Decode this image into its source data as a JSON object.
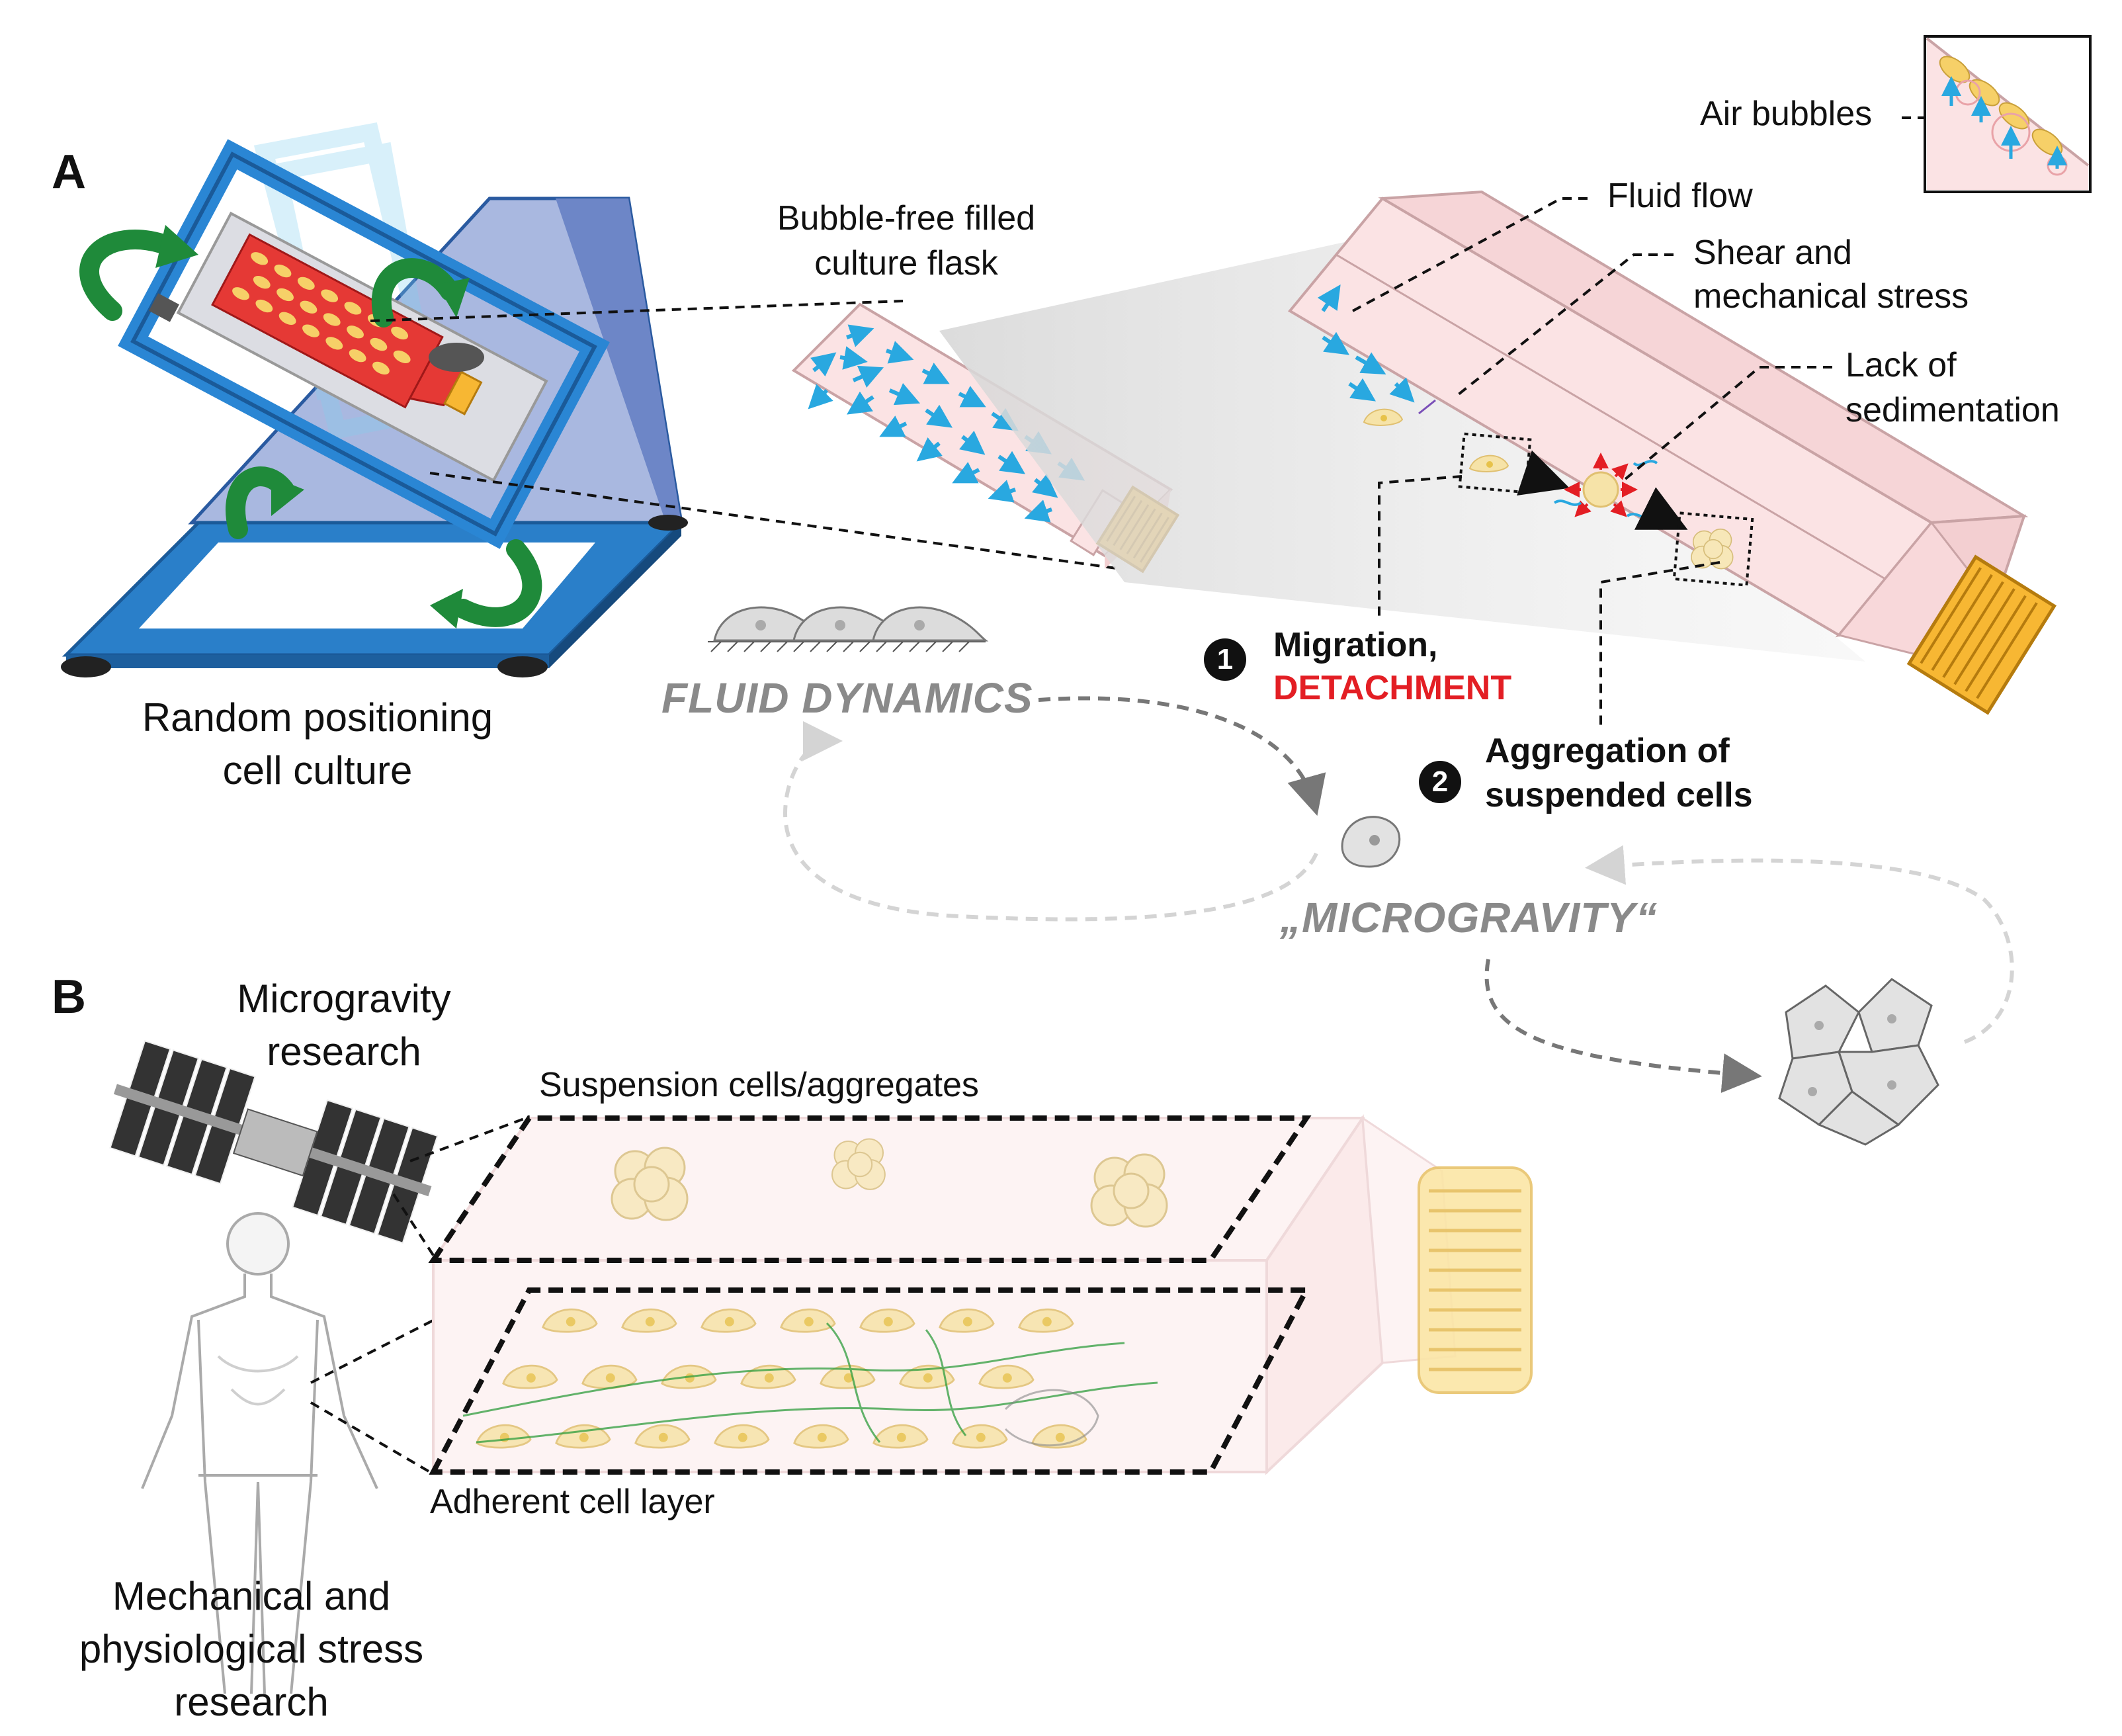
{
  "panels": {
    "a": "A",
    "b": "B"
  },
  "labels": {
    "air_bubbles": "Air bubbles",
    "fluid_flow": "Fluid flow",
    "shear_line1": "Shear and",
    "shear_line2": "mechanical stress",
    "lack_line1": "Lack of",
    "lack_line2": "sedimentation",
    "bubble_free_line1": "Bubble-free filled",
    "bubble_free_line2": "culture flask",
    "rpm_line1": "Random positioning",
    "rpm_line2": "cell culture",
    "fluid_dynamics": "FLUID DYNAMICS",
    "microgravity": "„MICROGRAVITY“",
    "step1_line1": "Migration,",
    "step1_line2": "DETACHMENT",
    "step2_line1": "Aggregation of",
    "step2_line2": "suspended cells",
    "step1_num": "1",
    "step2_num": "2",
    "mg_research_line1": "Microgravity",
    "mg_research_line2": "research",
    "suspension_cells": "Suspension cells/aggregates",
    "adherent_layer": "Adherent cell layer",
    "stress_line1": "Mechanical and",
    "stress_line2": "physiological stress",
    "stress_line3": "research"
  },
  "colors": {
    "rpm_blue": "#2a7fc9",
    "rotation_green": "#1f8a3a",
    "flask_pink": "#f9dfe0",
    "cap_orange": "#f7b733",
    "flow_arrow": "#29a8e0",
    "cell_yellow": "#f6e3a8",
    "accent_red": "#e31e24",
    "concept_grey": "#8a8a8a"
  }
}
